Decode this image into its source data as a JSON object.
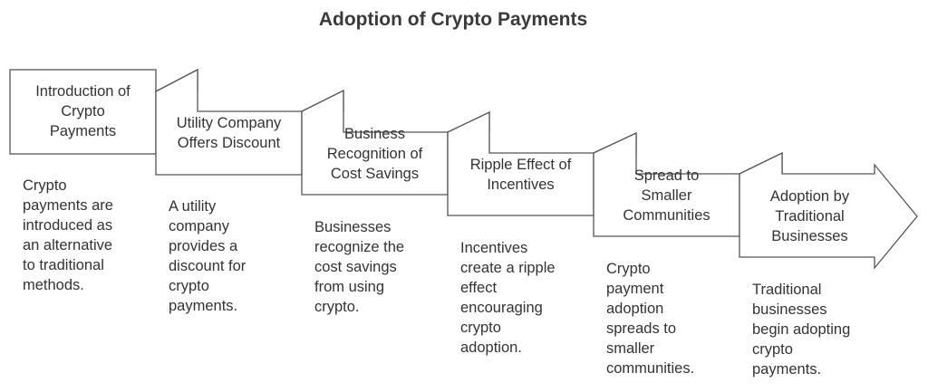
{
  "title": "Adoption of Crypto Payments",
  "colors": {
    "stroke": "#555555",
    "fill": "#ffffff",
    "text": "#333333"
  },
  "steps": [
    {
      "label": "Introduction of\nCrypto\nPayments",
      "description": "Crypto\npayments are\nintroduced as\nan alternative\nto traditional\nmethods."
    },
    {
      "label": "Utility Company\nOffers Discount",
      "description": "A utility\ncompany\nprovides a\ndiscount for\ncrypto\npayments."
    },
    {
      "label": "Business\nRecognition of\nCost Savings",
      "description": "Businesses\nrecognize the\ncost savings\nfrom using\ncrypto."
    },
    {
      "label": "Ripple Effect of\nIncentives",
      "description": "Incentives\ncreate a ripple\neffect\nencouraging\ncrypto\nadoption."
    },
    {
      "label": "Spread to\nSmaller\nCommunities",
      "description": "Crypto\npayment\nadoption\nspreads to\nsmaller\ncommunities."
    },
    {
      "label": "Adoption by\nTraditional\nBusinesses",
      "description": "Traditional\nbusinesses\nbegin adopting\ncrypto\npayments."
    }
  ]
}
